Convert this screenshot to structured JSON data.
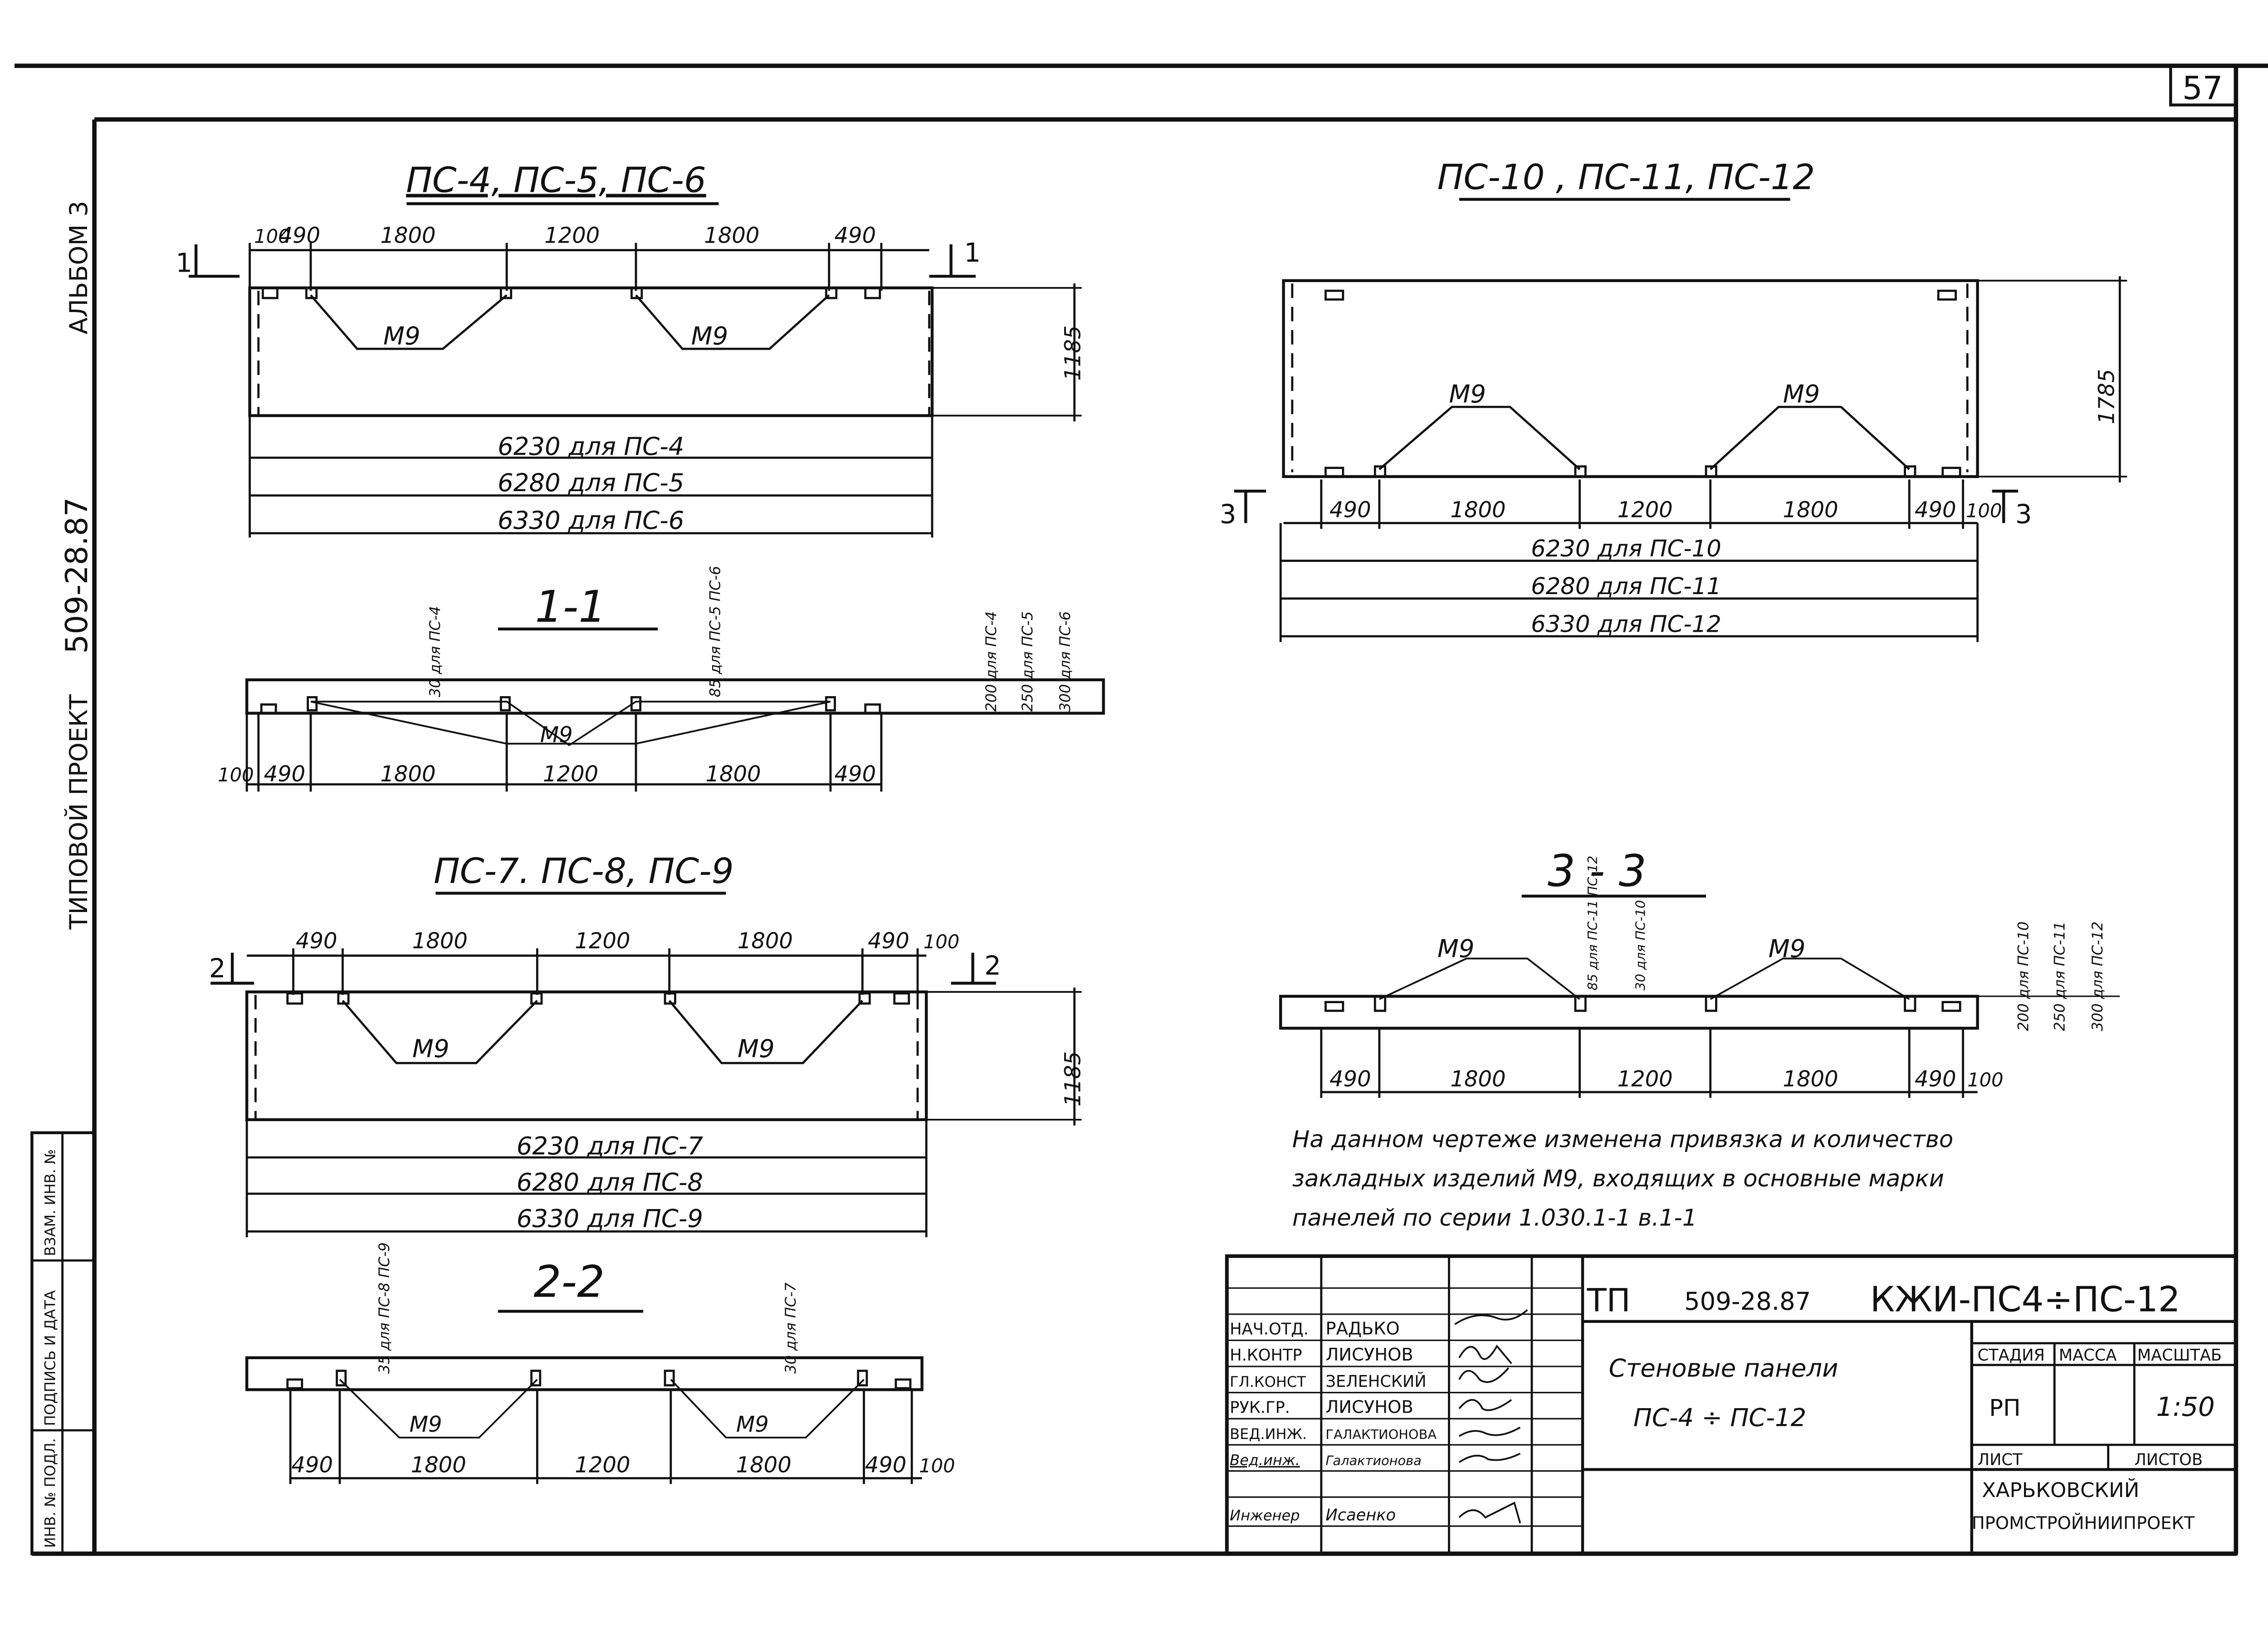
{
  "sheet": {
    "number": "57",
    "project_label": "ТИПОВОЙ ПРОЕКТ",
    "project_number": "509-28.87",
    "album": "АЛЬБОМ 3"
  },
  "stamp": {
    "original": "ИНВ. № ПОДЛ.",
    "signature_date": "ПОДПИСЬ И ДАТА",
    "replaced": "ВЗАМ. ИНВ. №"
  },
  "labels": {
    "insert": "М9"
  },
  "markers": {
    "s1": "1",
    "s2": "2",
    "s3": "3"
  },
  "dims": {
    "d100": "100",
    "d490": "490",
    "d1800": "1800",
    "d1200": "1200",
    "h1185": "1185",
    "h1785": "1785"
  },
  "views": [
    {
      "title": "ПС-4, ПС-5, ПС-6",
      "lengths": [
        "6230 для ПС-4",
        "6280 для ПС-5",
        "6330 для ПС-6"
      ]
    },
    {
      "title": "ПС-7. ПС-8, ПС-9",
      "lengths": [
        "6230 для ПС-7",
        "6280 для ПС-8",
        "6330 для ПС-9"
      ]
    },
    {
      "title": "ПС-10 , ПС-11, ПС-12",
      "lengths": [
        "6230 для ПС-10",
        "6280 для ПС-11",
        "6330 для ПС-12"
      ]
    }
  ],
  "sections": [
    {
      "title": "1-1",
      "left_note": "30 для ПС-4",
      "right_note": "85 для ПС-5 ПС-6",
      "ends": [
        "200 для ПС-4",
        "250 для ПС-5",
        "300 для ПС-6"
      ]
    },
    {
      "title": "2-2",
      "left_note": "35 для ПС-8 ПС-9",
      "right_note": "30 для ПС-7"
    },
    {
      "title": "3 - 3",
      "mid_note1": "85 для ПС-11 ПС-12",
      "mid_note2": "30 для ПС-10",
      "ends": [
        "200 для ПС-10",
        "250 для ПС-11",
        "300 для ПС-12"
      ]
    }
  ],
  "note": [
    "На данном чертеже изменена привязка и количество",
    "закладных изделий М9, входящих в основные марки",
    "панелей по серии 1.030.1-1 в.1-1"
  ],
  "tb": {
    "type": "ТП",
    "project": "509-28.87",
    "code": "КЖИ-ПС4÷ПС-12",
    "title1": "Стеновые панели",
    "title2": "ПС-4 ÷ ПС-12",
    "stage_label": "СТАДИЯ",
    "mass_label": "МАССА",
    "scale_label": "МАСШТАБ",
    "stage": "РП",
    "scale": "1:50",
    "sheet_label": "ЛИСТ",
    "sheets_label": "ЛИСТОВ",
    "org1": "ХАРЬКОВСКИЙ",
    "org2": "ПРОМСТРОЙНИИПРОЕКТ",
    "rows": [
      {
        "role": "НАЧ.ОТД.",
        "name": "РАДЬКО"
      },
      {
        "role": "Н.КОНТР",
        "name": "ЛИСУНОВ"
      },
      {
        "role": "ГЛ.КОНСТ",
        "name": "ЗЕЛЕНСКИЙ"
      },
      {
        "role": "РУК.ГР.",
        "name": "ЛИСУНОВ"
      },
      {
        "role": "ВЕД.ИНЖ.",
        "name": "ГАЛАКТИОНОВА"
      },
      {
        "role": "Вед.инж.",
        "name": "Галактионова"
      },
      {
        "role": "Инженер",
        "name": "Исаенко"
      }
    ]
  }
}
